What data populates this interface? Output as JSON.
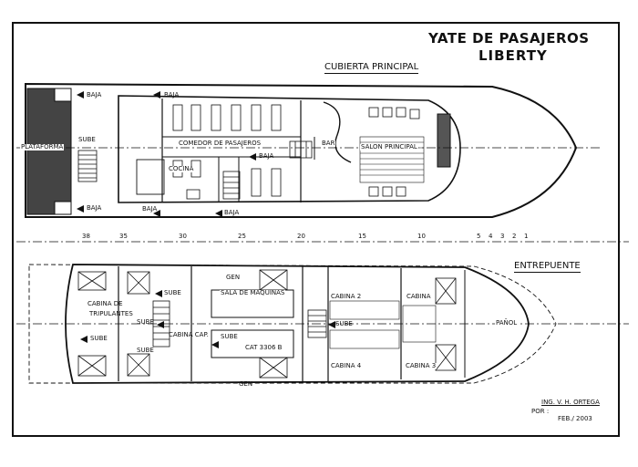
{
  "title": {
    "line1": "YATE DE PASAJEROS",
    "line2": "LIBERTY"
  },
  "decks": {
    "main": "CUBIERTA PRINCIPAL",
    "lower": "ENTREPUENTE"
  },
  "main_labels": {
    "baja_1": "BAJA",
    "baja_2": "BAJA",
    "baja_3": "BAJA",
    "baja_4": "BAJA",
    "baja_5": "BAJA",
    "baja_6": "BAJA",
    "sube": "SUBE",
    "plataforma": "PLATAFORMA",
    "comedor": "COMEDOR DE PASAJEROS",
    "bar": "BAR",
    "salon": "SALON PRINCIPAL",
    "cocina": "COCINA"
  },
  "frames": {
    "f38": "38",
    "f35": "35",
    "f30": "30",
    "f25": "25",
    "f20": "20",
    "f15": "15",
    "f10": "10",
    "f5": "5",
    "f4": "4",
    "f3": "3",
    "f2": "2",
    "f1": "1"
  },
  "lower_labels": {
    "cabina_trip": "CABINA DE",
    "tripulantes": "TRIPULANTES",
    "sube_1": "SUBE",
    "sube_2": "SUBE",
    "sube_3": "SUBE",
    "sube_4": "SUBE",
    "sube_5": "SUBE",
    "sube_6": "SUBE",
    "cabina_cap": "CABINA CAP.",
    "gen_1": "GEN",
    "gen_2": "GEN",
    "sala_maquinas": "SALA DE MAQUINAS",
    "cat": "CAT 3306 B",
    "cabina_a": "CABINA 2",
    "cabina_b": "CABINA",
    "cabina_c": "CABINA 4",
    "cabina_d": "CABINA 3",
    "panol": "PAÑOL"
  },
  "author": {
    "por": "POR :",
    "name": "ING. V. H. ORTEGA",
    "date": "FEB./ 2003"
  }
}
